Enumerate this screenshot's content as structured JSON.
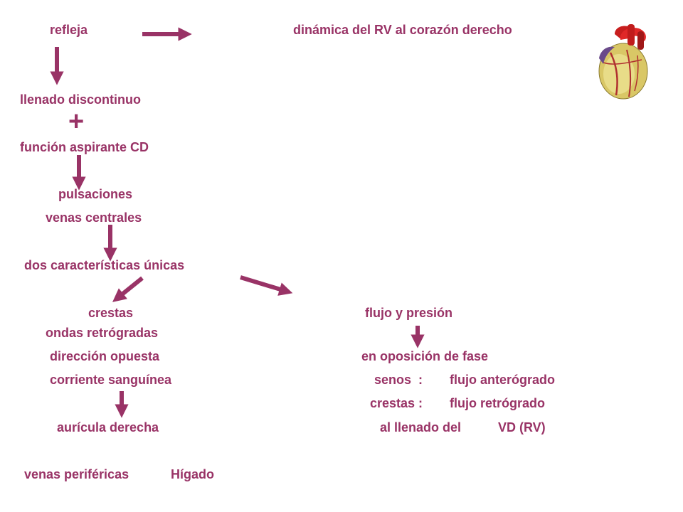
{
  "colors": {
    "text": "#993366",
    "arrow": "#993366"
  },
  "top": {
    "left": "refleja",
    "right": "dinámica del RV al corazón derecho"
  },
  "left_column": {
    "llenado": "llenado discontinuo",
    "plus": "+",
    "funcion": "función aspirante CD",
    "pulsaciones": "pulsaciones",
    "venas_centrales": "venas centrales",
    "dos_caracteristicas": "dos características únicas",
    "crestas": "crestas",
    "ondas": "ondas retrógradas",
    "direccion": "dirección opuesta",
    "corriente": "corriente sanguínea",
    "auricula": "aurícula derecha",
    "venas_perifericas": "venas periféricas",
    "higado": "Hígado"
  },
  "right_column": {
    "flujo_presion": "flujo y presión",
    "oposicion": "en oposición de fase",
    "senos_label": "senos  :",
    "senos_value": "flujo anterógrado",
    "crestas_label": "crestas :",
    "crestas_value": "flujo retrógrado",
    "llenado_label": "al llenado del",
    "llenado_value": "VD (RV)"
  },
  "icons": {
    "heart": "heart-illustration"
  }
}
